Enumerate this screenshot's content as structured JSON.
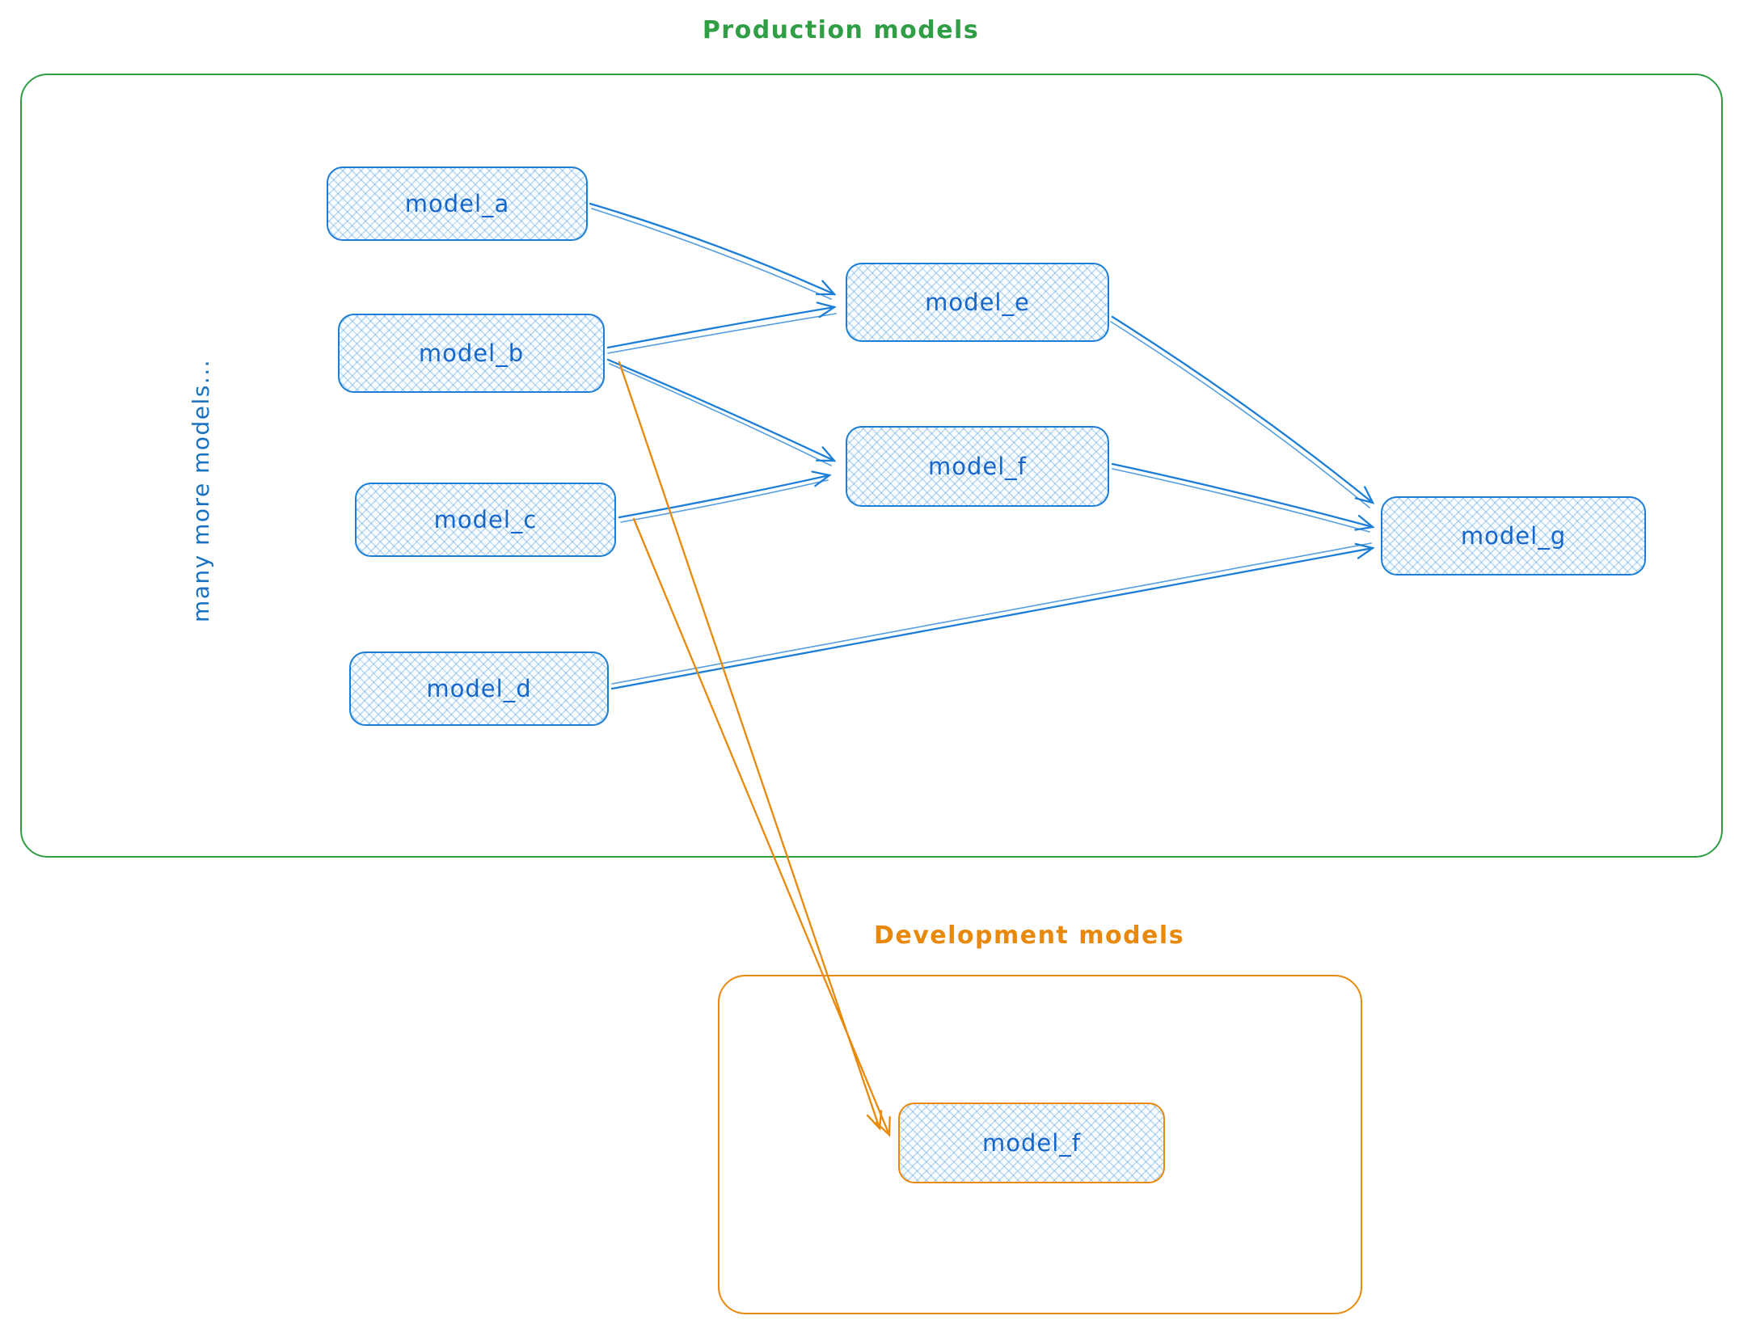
{
  "diagram": {
    "production": {
      "title": "Production models",
      "side_label": "many more models...",
      "nodes": {
        "model_a": "model_a",
        "model_b": "model_b",
        "model_c": "model_c",
        "model_d": "model_d",
        "model_e": "model_e",
        "model_f": "model_f",
        "model_g": "model_g"
      }
    },
    "development": {
      "title": "Development models",
      "nodes": {
        "model_f": "model_f"
      }
    },
    "edges": [
      {
        "from": "model_a",
        "to": "model_e",
        "color": "blue"
      },
      {
        "from": "model_b",
        "to": "model_e",
        "color": "blue"
      },
      {
        "from": "model_b",
        "to": "model_f",
        "color": "blue"
      },
      {
        "from": "model_c",
        "to": "model_f",
        "color": "blue"
      },
      {
        "from": "model_d",
        "to": "model_g",
        "color": "blue"
      },
      {
        "from": "model_e",
        "to": "model_g",
        "color": "blue"
      },
      {
        "from": "model_f",
        "to": "model_g",
        "color": "blue"
      },
      {
        "from": "model_b",
        "to": "development.model_f",
        "color": "orange"
      },
      {
        "from": "model_c",
        "to": "development.model_f",
        "color": "orange"
      }
    ],
    "colors": {
      "node_stroke": "#1c7ed6",
      "node_text": "#1667c9",
      "production_border": "#2f9e44",
      "development_border": "#e8890c"
    }
  }
}
